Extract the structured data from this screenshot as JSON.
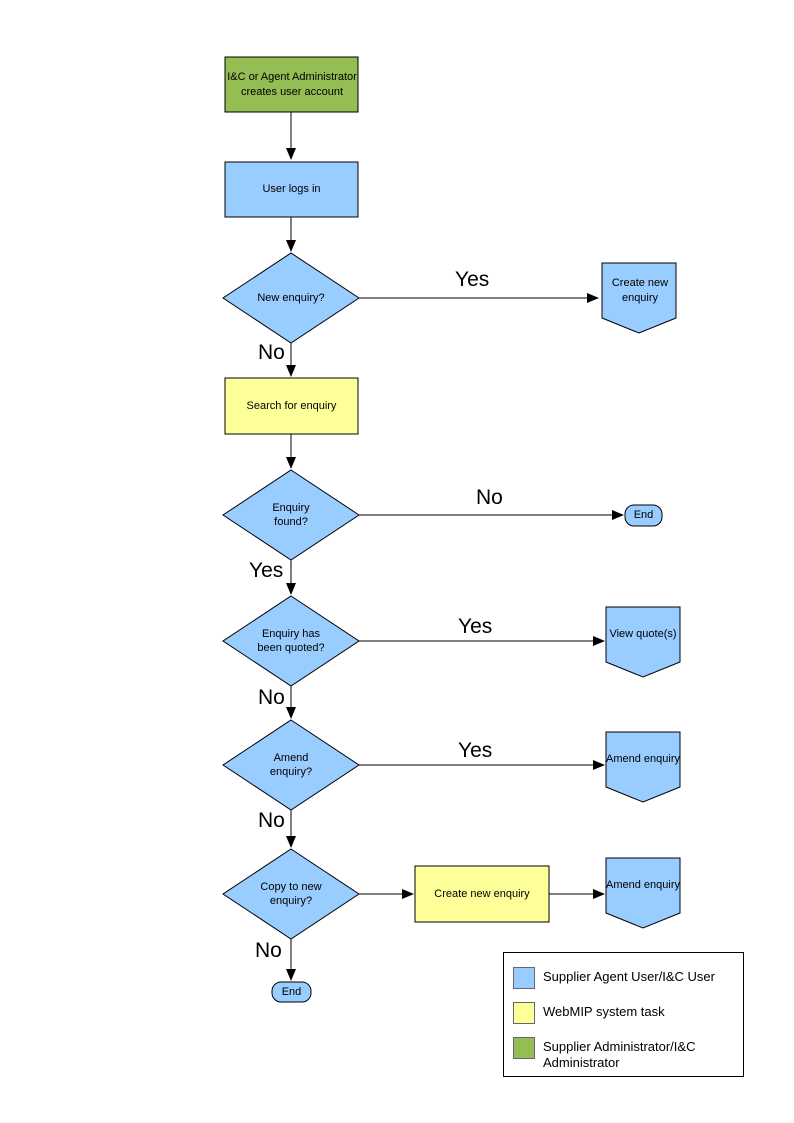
{
  "colors": {
    "user_task_fill": "#99CCFF",
    "system_task_fill": "#FFFF99",
    "admin_task_fill": "#94BD53",
    "outline": "#000000"
  },
  "nodes": {
    "admin_create": "I&C or Agent Administrator creates user account",
    "user_login": "User logs in",
    "new_enquiry_decision": "New enquiry?",
    "create_new_enquiry_offpage": "Create new enquiry",
    "search_for_enquiry": "Search for enquiry",
    "enquiry_found_decision": "Enquiry found?",
    "end_top": "End",
    "enquiry_quoted_decision": "Enquiry has been quoted?",
    "view_quotes_offpage": "View quote(s)",
    "amend_enquiry_decision": "Amend enquiry?",
    "amend_enquiry_offpage_1": "Amend enquiry",
    "copy_to_new_enquiry_decision": "Copy to new enquiry?",
    "create_new_enquiry_task": "Create new enquiry",
    "amend_enquiry_offpage_2": "Amend enquiry",
    "end_bottom": "End"
  },
  "edge_labels": {
    "new_enquiry_yes": "Yes",
    "new_enquiry_no": "No",
    "enquiry_found_no": "No",
    "enquiry_found_yes": "Yes",
    "quoted_yes": "Yes",
    "quoted_no": "No",
    "amend_yes": "Yes",
    "amend_no": "No",
    "copy_no": "No"
  },
  "legend": {
    "items": [
      {
        "label": "Supplier Agent User/I&C User",
        "color_key": "user_task_fill"
      },
      {
        "label": "WebMIP system task",
        "color_key": "system_task_fill"
      },
      {
        "label": "Supplier Administrator/I&C Administrator",
        "color_key": "admin_task_fill"
      }
    ]
  }
}
